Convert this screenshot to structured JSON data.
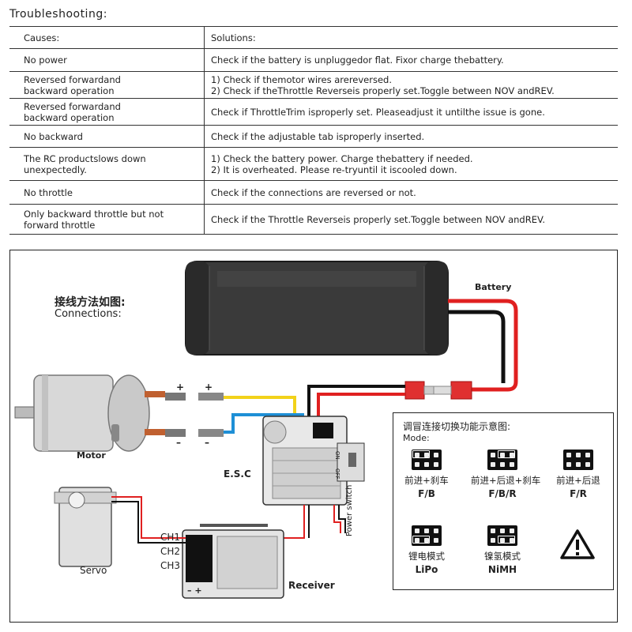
{
  "page": {
    "title": "Troubleshooting:"
  },
  "table": {
    "headers": [
      "Causes:",
      "Solutions:"
    ],
    "rows": [
      {
        "cause": "No power",
        "solution": "Check if the battery is unpluggedor flat. Fixor charge thebattery."
      },
      {
        "cause": "Reversed forwardand\nbackward operation",
        "solution": "1) Check if themotor wires arereversed.\n2) Check if theThrottle Reverseis properly set.Toggle between NOV andREV."
      },
      {
        "cause": "Reversed forwardand\nbackward operation",
        "solution": "Check if ThrottleTrim isproperly set. Pleaseadjust it untilthe issue is gone."
      },
      {
        "cause": "No backward",
        "solution": "Check if the adjustable tab isproperly inserted."
      },
      {
        "cause": "The RC productslows down\nunexpectedly.",
        "solution": "1) Check the battery power. Charge thebattery if needed.\n2) It is overheated. Please re-tryuntil it iscooled down."
      },
      {
        "cause": "No throttle",
        "solution": "Check if the connections are reversed or not."
      },
      {
        "cause": "Only backward throttle but not\nforward throttle",
        "solution": "Check if the Throttle Reverseis properly set.Toggle between NOV andREV."
      }
    ]
  },
  "diagram": {
    "connections_cn": "接线方法如图:",
    "connections_en": "Connections:",
    "battery_label": "Battery",
    "motor_label": "Motor",
    "esc_label": "E.S.C",
    "servo_label": "Servo",
    "receiver_label": "Receiver",
    "power_switch_label": "Power switch",
    "switch_on": "ON",
    "switch_off": "OFF",
    "plus": "+",
    "minus": "–",
    "channels": [
      "CH1",
      "CH2",
      "CH3"
    ],
    "receiver_polarity": "– +",
    "colors": {
      "wire_red": "#e02020",
      "wire_black": "#111111",
      "wire_yellow": "#f2d21a",
      "wire_blue": "#1e8fd6",
      "battery_body": "#3a3a3a",
      "connector_red": "#e03030"
    }
  },
  "modes": {
    "header": "调冒连接切换功能示意图:",
    "subheader": "Mode:",
    "items": [
      {
        "cn": "前进+刹车",
        "en": "F/B"
      },
      {
        "cn": "前进+后退+刹车",
        "en": "F/B/R"
      },
      {
        "cn": "前进+后退",
        "en": "F/R"
      },
      {
        "cn": "锂电模式",
        "en": "LiPo"
      },
      {
        "cn": "镍氢模式",
        "en": "NiMH"
      }
    ],
    "warning_icon": "warning-triangle-icon"
  }
}
